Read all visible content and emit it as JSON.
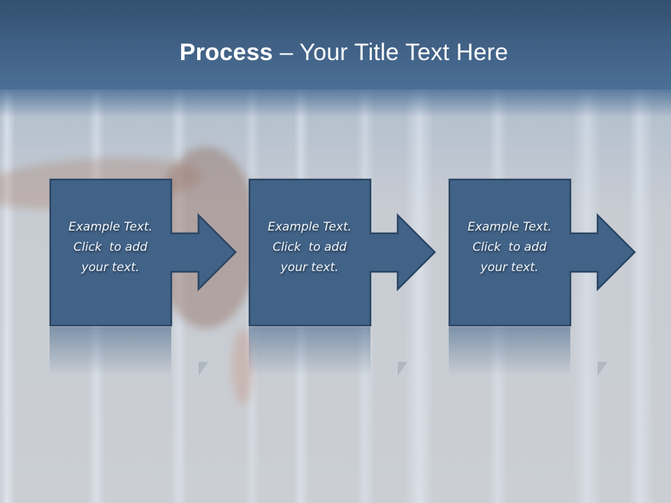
{
  "slide": {
    "title": {
      "bold": "Process",
      "rest": " – Your Title Text Here"
    },
    "colors": {
      "header_top": "#32506f",
      "header_bottom": "#4b6f96",
      "shape_fill": "#426388",
      "shape_border": "#2a4563",
      "text": "#ffffff"
    },
    "steps": [
      {
        "line1": "Example Text.",
        "line2": "Click  to add",
        "line3": "your text."
      },
      {
        "line1": "Example Text.",
        "line2": "Click  to add",
        "line3": "your text."
      },
      {
        "line1": "Example Text.",
        "line2": "Click  to add",
        "line3": "your text."
      }
    ]
  }
}
